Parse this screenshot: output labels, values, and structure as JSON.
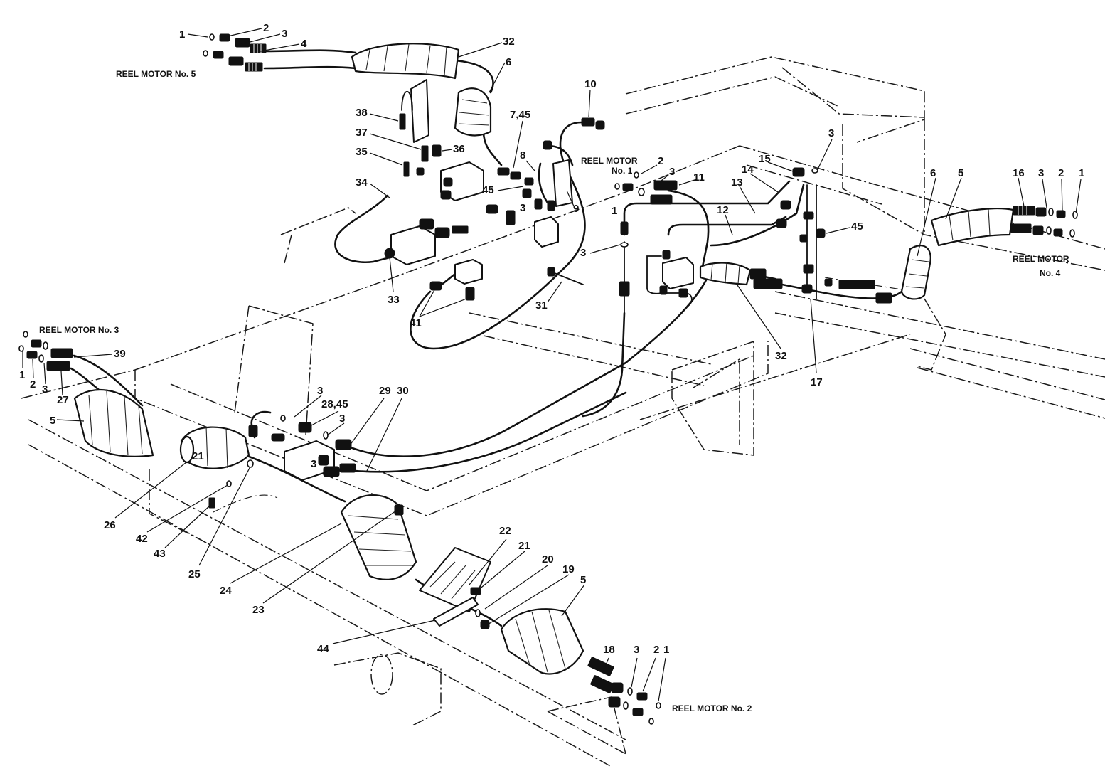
{
  "labels": {
    "reel_motor_5": "REEL MOTOR No. 5",
    "reel_motor_1_line1": "REEL MOTOR",
    "reel_motor_1_line2": "No. 1",
    "reel_motor_4_line1": "REEL MOTOR",
    "reel_motor_4_line2": "No. 4",
    "reel_motor_3": "REEL MOTOR No. 3",
    "reel_motor_2": "REEL MOTOR No. 2"
  },
  "callouts": [
    "1",
    "2",
    "3",
    "4",
    "32",
    "6",
    "38",
    "37",
    "36",
    "35",
    "34",
    "7,45",
    "8",
    "45",
    "3",
    "9",
    "33",
    "41",
    "31",
    "10",
    "2",
    "3",
    "11",
    "1",
    "3",
    "12",
    "13",
    "14",
    "15",
    "3",
    "45",
    "32",
    "17",
    "6",
    "5",
    "16",
    "3",
    "2",
    "1",
    "39",
    "27",
    "1",
    "2",
    "3",
    "5",
    "21",
    "26",
    "42",
    "43",
    "25",
    "24",
    "23",
    "3",
    "28,45",
    "3",
    "29",
    "30",
    "3",
    "22",
    "21",
    "20",
    "19",
    "5",
    "44",
    "18",
    "3",
    "2",
    "1"
  ]
}
